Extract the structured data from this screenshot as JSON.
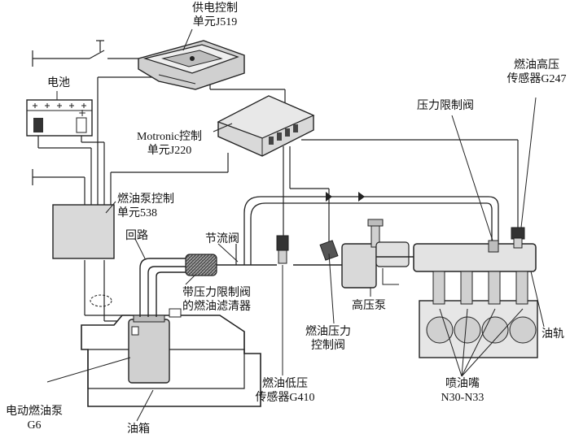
{
  "labels": {
    "power_unit_l1": "供电控制",
    "power_unit_l2": "单元J519",
    "battery": "电池",
    "motronic_l1": "Motronic控制",
    "motronic_l2": "单元J220",
    "pump_ctrl_l1": "燃油泵控制",
    "pump_ctrl_l2": "单元538",
    "return_line": "回路",
    "throttle": "节流阀",
    "filter_l1": "带压力限制阀",
    "filter_l2": "的燃油滤清器",
    "fuel_pressure_ctrl_l1": "燃油压力",
    "fuel_pressure_ctrl_l2": "控制阀",
    "high_pressure_pump": "高压泵",
    "pressure_limit_valve": "压力限制阀",
    "hp_sensor_l1": "燃油高压",
    "hp_sensor_l2": "传感器G247",
    "fuel_rail": "油轨",
    "injectors_l1": "喷油嘴",
    "injectors_l2": "N30-N33",
    "lp_sensor_l1": "燃油低压",
    "lp_sensor_l2": "传感器G410",
    "electric_pump_l1": "电动燃油泵",
    "electric_pump_l2": "G6",
    "tank": "油箱"
  },
  "colors": {
    "line": "#222222",
    "component_fill": "#d9d9d9",
    "pipe_fill": "#e6e6e6"
  }
}
